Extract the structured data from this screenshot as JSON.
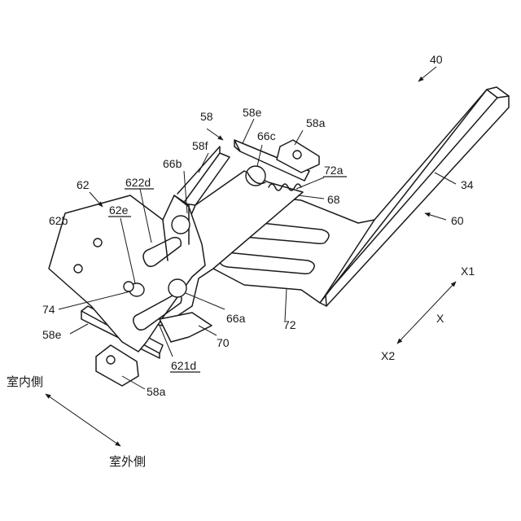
{
  "labels": {
    "l40": "40",
    "l58": "58",
    "l58e_top": "58e",
    "l58a_top": "58a",
    "l66c": "66c",
    "l58f": "58f",
    "l72a": "72a",
    "l66b": "66b",
    "l68": "68",
    "l34": "34",
    "l62": "62",
    "l622d": "622d",
    "l60": "60",
    "l62e": "62e",
    "l62b": "62b",
    "lX1": "X1",
    "lX": "X",
    "lX2": "X2",
    "l74": "74",
    "l66a": "66a",
    "l72": "72",
    "l58e_left": "58e",
    "l70": "70",
    "l621d": "621d",
    "l58a_bot": "58a",
    "indoor": "室内側",
    "outdoor": "室外側"
  }
}
